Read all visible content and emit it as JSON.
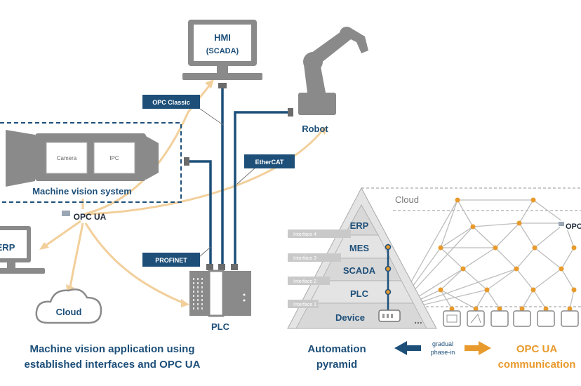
{
  "labels": {
    "hmi_line1": "HMI",
    "hmi_line2": "(SCADA)",
    "robot": "Robot",
    "camera": "Camera",
    "ipc": "IPC",
    "machine_vision_system": "Machine vision system",
    "opc_ua_logo": "OPC UA",
    "erp_left": "ERP",
    "cloud_left": "Cloud",
    "plc_device": "PLC",
    "opc_ua_logo_right": "OPC",
    "cloud_right": "Cloud"
  },
  "tags": {
    "opc_classic": "OPC Classic",
    "ethercat": "EtherCAT",
    "profinet": "PROFINET"
  },
  "pyramid": {
    "levels": [
      "ERP",
      "MES",
      "SCADA",
      "PLC",
      "Device"
    ],
    "interfaces": [
      "Interface 4",
      "Interface 3",
      "Interface 2",
      "Interface 1"
    ],
    "ellipsis": "..."
  },
  "captions": {
    "left_line1": "Machine vision application using",
    "left_line2": "established interfaces and OPC UA",
    "pyramid_line1": "Automation",
    "pyramid_line2": "pyramid",
    "phase_line1": "gradual",
    "phase_line2": "phase-in",
    "opcua_line1": "OPC UA",
    "opcua_line2": "communication"
  },
  "colors": {
    "navy": "#1d4f79",
    "orange": "#e89a2c",
    "peach": "#f2cf9b",
    "gray": "#7b7b7b",
    "light_gray": "#c9c9c9"
  }
}
